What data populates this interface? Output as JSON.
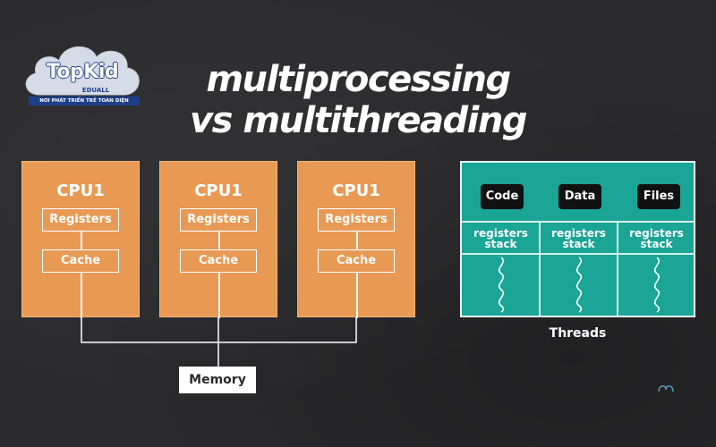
{
  "logo": {
    "brand": "TopKid",
    "sub": "EDUALL",
    "slogan": "NƠI PHÁT TRIỂN TRẺ TOÀN DIỆN"
  },
  "title": {
    "line1": "multiprocessing",
    "line2": "vs multithreading"
  },
  "cpus": [
    {
      "title": "CPU1",
      "registers": "Registers",
      "cache": "Cache"
    },
    {
      "title": "CPU1",
      "registers": "Registers",
      "cache": "Cache"
    },
    {
      "title": "CPU1",
      "registers": "Registers",
      "cache": "Cache"
    }
  ],
  "memory": {
    "label": "Memory"
  },
  "threads": {
    "shared": [
      "Code",
      "Data",
      "Files"
    ],
    "per_thread": [
      {
        "line1": "registers",
        "line2": "stack"
      },
      {
        "line1": "registers",
        "line2": "stack"
      },
      {
        "line1": "registers",
        "line2": "stack"
      }
    ],
    "caption": "Threads"
  },
  "colors": {
    "background": "#2b2b2d",
    "cpu": "#e89a55",
    "threads_panel": "#1aa596",
    "text": "#ffffff"
  }
}
